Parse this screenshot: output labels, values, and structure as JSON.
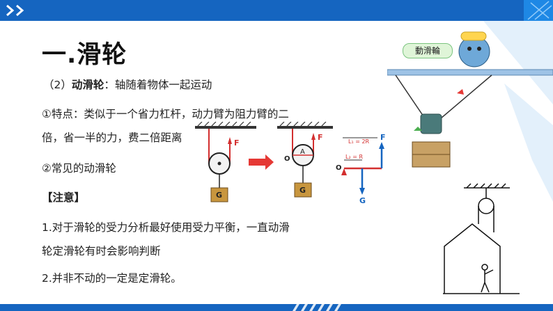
{
  "title": "一.滑轮",
  "lines": {
    "l1_prefix": "（2）",
    "l1_bold": "动滑轮",
    "l1_rest": "：轴随着物体一起运动",
    "l2a": "①特点：类似于一个省力杠杆，动力臂为阻力臂的二",
    "l2b": "倍，省一半的力，费二倍距离",
    "l3": "②常见的动滑轮",
    "l4": "【注意】",
    "l5a": "1.对于滑轮的受力分析最好使用受力平衡，一直动滑",
    "l5b": "轮定滑轮有时会影响判断",
    "l6": "2.并非不动的一定是定滑轮。"
  },
  "diagram": {
    "f_label": "F",
    "g_label": "G",
    "o_label": "O",
    "a_label": "A",
    "l1_label": "L₁ = 2R",
    "l2_label": "L₂ = R"
  },
  "mascot": {
    "label": "動滑輪"
  },
  "colors": {
    "accent": "#1565c0",
    "rope": "#d32f2f",
    "arrow": "#e53935",
    "weight": "#c8963e"
  }
}
